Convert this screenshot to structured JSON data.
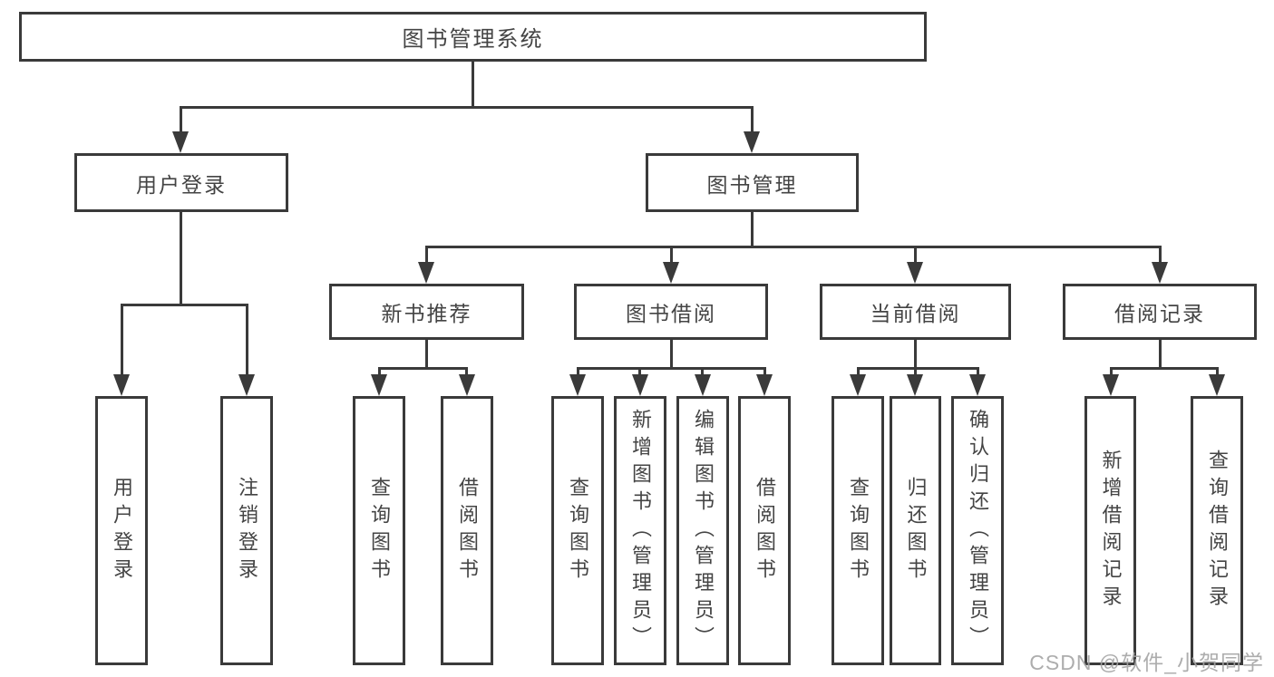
{
  "diagram_title": "图书管理系统",
  "colors": {
    "background": "#ffffff",
    "line": "#3a3a3a",
    "box_text": "#444444",
    "watermark": "#a4a4a4"
  },
  "tree": {
    "label": "图书管理系统",
    "children": [
      {
        "label": "用户登录",
        "children": [
          {
            "label": "用户登录"
          },
          {
            "label": "注销登录"
          }
        ]
      },
      {
        "label": "图书管理",
        "children": [
          {
            "label": "新书推荐",
            "children": [
              {
                "label": "查询图书"
              },
              {
                "label": "借阅图书"
              }
            ]
          },
          {
            "label": "图书借阅",
            "children": [
              {
                "label": "查询图书"
              },
              {
                "label": "新增图书（管理员）"
              },
              {
                "label": "编辑图书（管理员）"
              },
              {
                "label": "借阅图书"
              }
            ]
          },
          {
            "label": "当前借阅",
            "children": [
              {
                "label": "查询图书"
              },
              {
                "label": "归还图书"
              },
              {
                "label": "确认归还（管理员）"
              }
            ]
          },
          {
            "label": "借阅记录",
            "children": [
              {
                "label": "新增借阅记录"
              },
              {
                "label": "查询借阅记录"
              }
            ]
          }
        ]
      }
    ]
  },
  "watermark": {
    "text": "CSDN @软件_小贺同学"
  }
}
